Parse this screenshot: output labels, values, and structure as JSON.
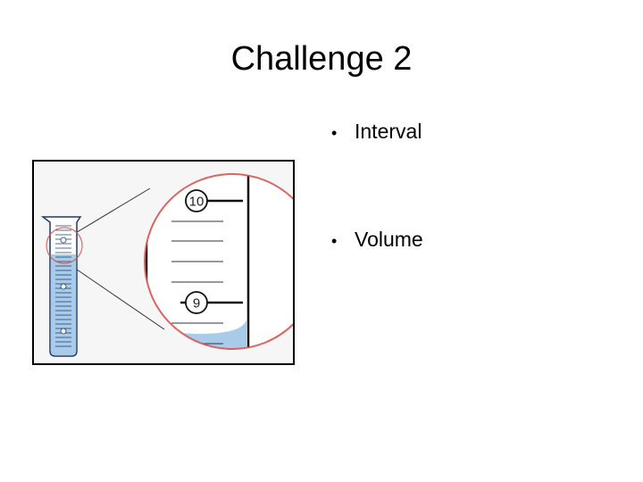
{
  "slide": {
    "title": "Challenge 2",
    "bullets": [
      {
        "marker": "•",
        "text": "Interval"
      },
      {
        "marker": "•",
        "text": "Volume"
      }
    ]
  },
  "figure": {
    "scale_labels": [
      "10",
      "9"
    ],
    "liquid_color": "#a9cbea",
    "callout_color": "#d9534f",
    "tube_stroke": "#1f3a66"
  }
}
